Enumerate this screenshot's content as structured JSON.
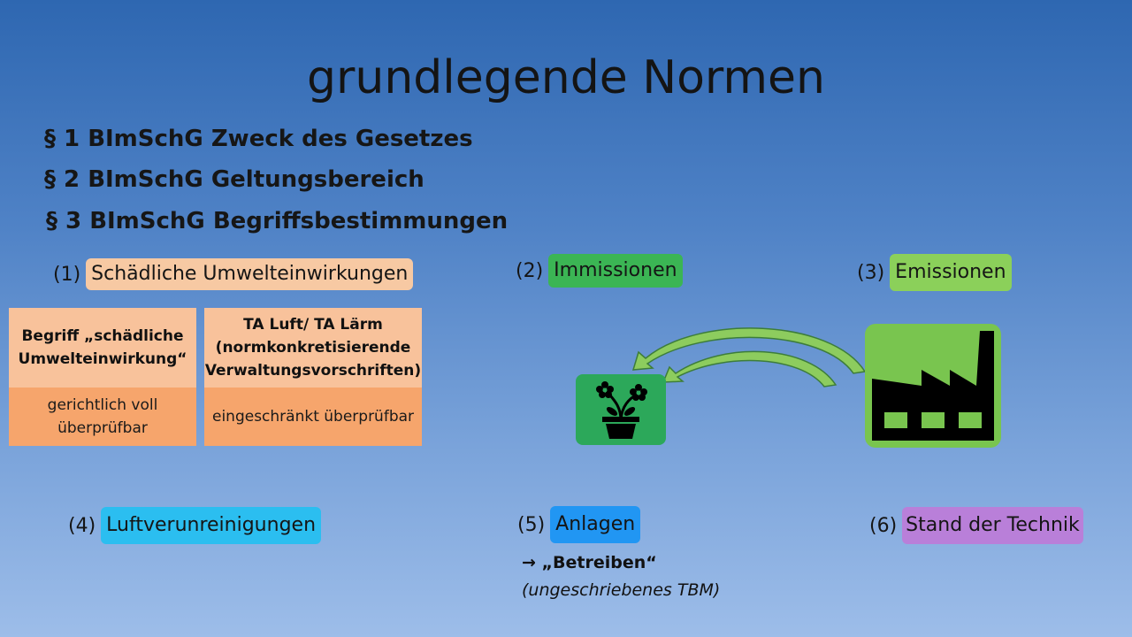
{
  "title": "grundlegende Normen",
  "norms": [
    "§ 1 BImSchG Zweck des Gesetzes",
    "§ 2 BImSchG Geltungsbereich",
    "§ 3 BImSchG Begriffsbestimmungen"
  ],
  "terms": [
    {
      "number": "(1)",
      "label": "Schädliche Umwelteinwirkungen",
      "color": "#f7c9a3"
    },
    {
      "number": "(2)",
      "label": "Immissionen",
      "color": "#3bb554"
    },
    {
      "number": "(3)",
      "label": "Emissionen",
      "color": "#8bd05a"
    },
    {
      "number": "(4)",
      "label": "Luftverunreinigungen",
      "color": "#2bbef0"
    },
    {
      "number": "(5)",
      "label": "Anlagen",
      "color": "#2196f3"
    },
    {
      "number": "(6)",
      "label": "Stand der Technik",
      "color": "#b97fd9"
    }
  ],
  "boxes": [
    {
      "top": "Begriff „schädliche Umwelteinwirkung“",
      "bottom": "gerichtlich voll überprüfbar"
    },
    {
      "top": "TA Luft/ TA Lärm (normkonkretisierende Verwaltungsvorschriften)",
      "bottom": "eingeschränkt überprüfbar"
    }
  ],
  "anlagen_note": {
    "arrow_text": "→ „Betreiben“",
    "sub_text": "(ungeschriebenes TBM)"
  },
  "icons": {
    "plant": "potted-plant-icon",
    "factory": "factory-icon",
    "arrows": "curved-arrow-icon"
  }
}
